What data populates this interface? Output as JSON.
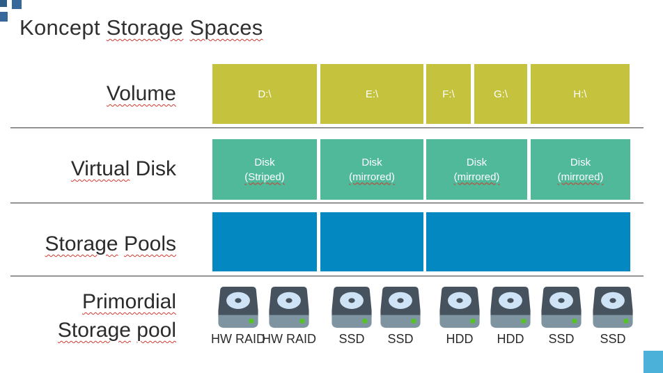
{
  "title": {
    "words": [
      "Koncept",
      "Storage",
      "Spaces"
    ]
  },
  "layers": {
    "volume": {
      "label": "Volume",
      "volumes": [
        "D:\\",
        "E:\\",
        "F:\\",
        "G:\\",
        "H:\\"
      ]
    },
    "virtual_disk": {
      "label_words": [
        "Virtual",
        "Disk"
      ],
      "disks": [
        {
          "line1": "Disk",
          "line2": "(Striped)"
        },
        {
          "line1": "Disk",
          "line2": "(mirrored)"
        },
        {
          "line1": "Disk",
          "line2": "(mirrored)"
        },
        {
          "line1": "Disk",
          "line2": "(mirrored)"
        }
      ]
    },
    "storage_pools": {
      "label_words": [
        "Storage",
        "Pools"
      ],
      "pool_count": 3
    },
    "primordial": {
      "label_line1": "Primordial",
      "label_line2_words": [
        "Storage",
        "pool"
      ],
      "drives": [
        "HW RAID",
        "HW RAID",
        "SSD",
        "SSD",
        "HDD",
        "HDD",
        "SSD",
        "SSD"
      ]
    }
  },
  "icons": {
    "disk_drive": "disk-drive-icon",
    "logo": "logo-squares"
  },
  "colors": {
    "volume_box": "#c5c33e",
    "virtual_disk_box": "#4fb99a",
    "storage_pool_box": "#0488c1",
    "separator_line": "#5e5e5e",
    "squiggle_red": "#d0392e",
    "logo_blue_dark": "#2e5c86",
    "logo_blue": "#36689c",
    "corner_accent_blue": "#4bb1d8",
    "text_dark": "#2b2b2b",
    "box_text": "#ffffff",
    "drive_body": "#46535f",
    "drive_front": "#7e95a1",
    "drive_platter": "#cfe3f6",
    "drive_led": "#55c327"
  }
}
